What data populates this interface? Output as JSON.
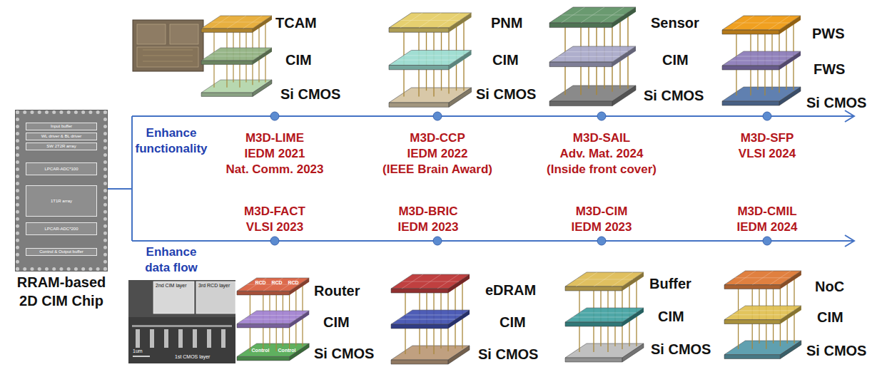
{
  "diagram": {
    "nodes": [
      {
        "text": [
          "RRAM-based 2D CIM Chip"
        ]
      },
      {
        "text": [
          "Input buffer"
        ],
        "in": 0
      },
      {
        "text": [
          "WL driver & BL driver"
        ],
        "in": 0
      },
      {
        "text": [
          "SW 2T2R array"
        ],
        "in": 0
      },
      {
        "text": [
          "LPCAR-ADC*100"
        ],
        "in": 0
      },
      {
        "text": [
          "1T1R array"
        ],
        "in": 0
      },
      {
        "text": [
          "LPCAR-ADC*200"
        ],
        "in": 0
      },
      {
        "text": [
          "Control & Output buffer"
        ],
        "in": 0
      }
    ],
    "labels": [
      "Enhance functionality",
      "Enhance data flow",
      "M3D-LIME",
      "IEDM 2021",
      "Nat. Comm. 2023",
      "M3D-CCP",
      "IEDM 2022",
      "(IEEE Brain Award)",
      "M3D-SAIL",
      "Adv. Mat. 2024",
      "(Inside front cover)",
      "M3D-SFP",
      "VLSI 2024",
      "M3D-FACT",
      "VLSI 2023",
      "M3D-BRIC",
      "IEDM 2023",
      "M3D-CIM",
      "IEDM 2023",
      "M3D-CMIL",
      "IEDM 2024",
      "TCAM",
      "CIM",
      "Si CMOS",
      "PNM",
      "CIM",
      "Si CMOS",
      "Sensor",
      "CIM",
      "Si CMOS",
      "PWS",
      "FWS",
      "Si CMOS",
      "Router",
      "CIM",
      "Si CMOS",
      "eDRAM",
      "CIM",
      "Si CMOS",
      "Buffer",
      "CIM",
      "Si CMOS",
      "NoC",
      "CIM",
      "Si CMOS",
      "2nd CIM layer",
      "3rd RCD layer",
      "1st CMOS layer",
      "1um",
      "RCD",
      "RCD",
      "RCD",
      "Control",
      "Control"
    ]
  }
}
